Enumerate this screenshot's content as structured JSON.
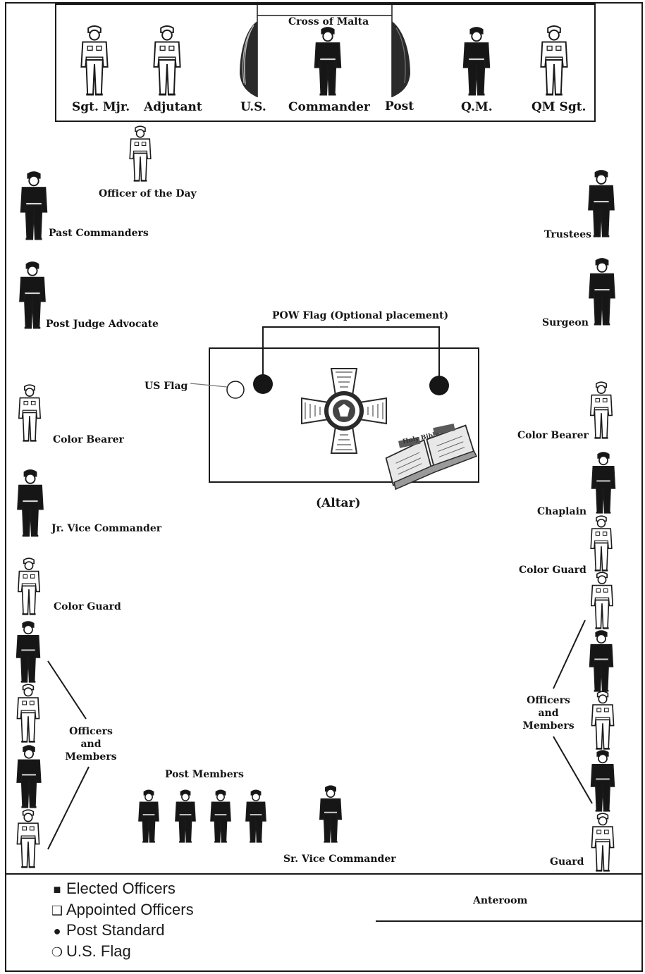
{
  "top_row": {
    "cross_of_malta": "Cross of Malta",
    "sgt_mjr": "Sgt. Mjr.",
    "adjutant": "Adjutant",
    "us": "U.S.",
    "commander": "Commander",
    "post": "Post",
    "qm": "Q.M.",
    "qm_sgt": "QM Sgt."
  },
  "left_side": {
    "officer_of_the_day": "Officer of the Day",
    "past_commanders": "Past Commanders",
    "post_judge_advocate": "Post Judge Advocate",
    "color_bearer": "Color Bearer",
    "jr_vice_commander": "Jr. Vice Commander",
    "color_guard": "Color Guard",
    "officers_and_members": "Officers and Members"
  },
  "right_side": {
    "trustees": "Trustees",
    "surgeon": "Surgeon",
    "color_bearer": "Color Bearer",
    "chaplain": "Chaplain",
    "color_guard": "Color Guard",
    "officers_and_members": "Officers and Members",
    "guard": "Guard"
  },
  "center": {
    "pow_flag": "POW Flag (Optional placement)",
    "us_flag": "US Flag",
    "altar": "(Altar)",
    "book_text": "Holy Bible"
  },
  "bottom": {
    "post_members": "Post Members",
    "sr_vice_commander": "Sr. Vice Commander",
    "anteroom": "Anteroom"
  },
  "legend": {
    "elected": "Elected Officers",
    "appointed": "Appointed Officers",
    "post_standard": "Post Standard",
    "us_flag": "U.S. Flag"
  },
  "colors": {
    "elected": "#161616",
    "appointed": "#ffffff",
    "line": "#1a1a1a"
  }
}
